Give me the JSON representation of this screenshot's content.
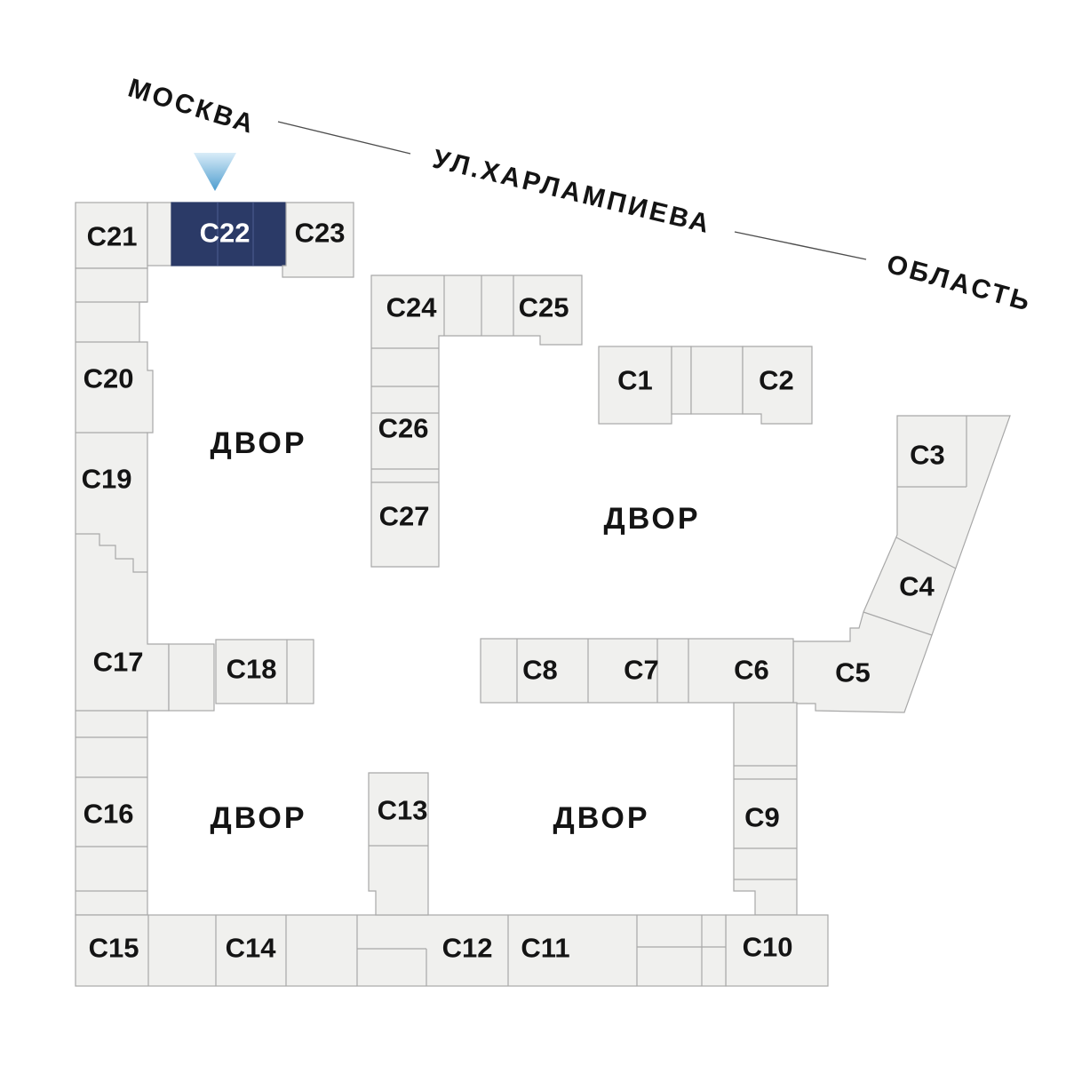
{
  "plan": {
    "streets": {
      "moscow": "МОСКВА",
      "kharlampieva": "УЛ.ХАРЛАМПИЕВА",
      "oblast": "ОБЛАСТЬ"
    },
    "courtyard_label": "ДВОР",
    "selected_building": "С22",
    "buildings": {
      "c1": "С1",
      "c2": "С2",
      "c3": "С3",
      "c4": "С4",
      "c5": "С5",
      "c6": "С6",
      "c7": "С7",
      "c8": "С8",
      "c9": "С9",
      "c10": "С10",
      "c11": "С11",
      "c12": "С12",
      "c13": "С13",
      "c14": "С14",
      "c15": "С15",
      "c16": "С16",
      "c17": "С17",
      "c18": "С18",
      "c19": "С19",
      "c20": "С20",
      "c21": "С21",
      "c22": "С22",
      "c23": "С23",
      "c24": "С24",
      "c25": "С25",
      "c26": "С26",
      "c27": "С27"
    },
    "colors": {
      "background": "#ffffff",
      "building_fill": "#f0f0ee",
      "building_border": "#a8a8a8",
      "selected_fill": "#2b3a67",
      "selected_divider": "#48588c",
      "selected_text": "#ffffff",
      "label_text": "#141414",
      "street_text": "#141414",
      "street_line": "#4d4d4d",
      "pointer_top": "#d9ecf8",
      "pointer_bottom": "#4d9dcf"
    }
  }
}
